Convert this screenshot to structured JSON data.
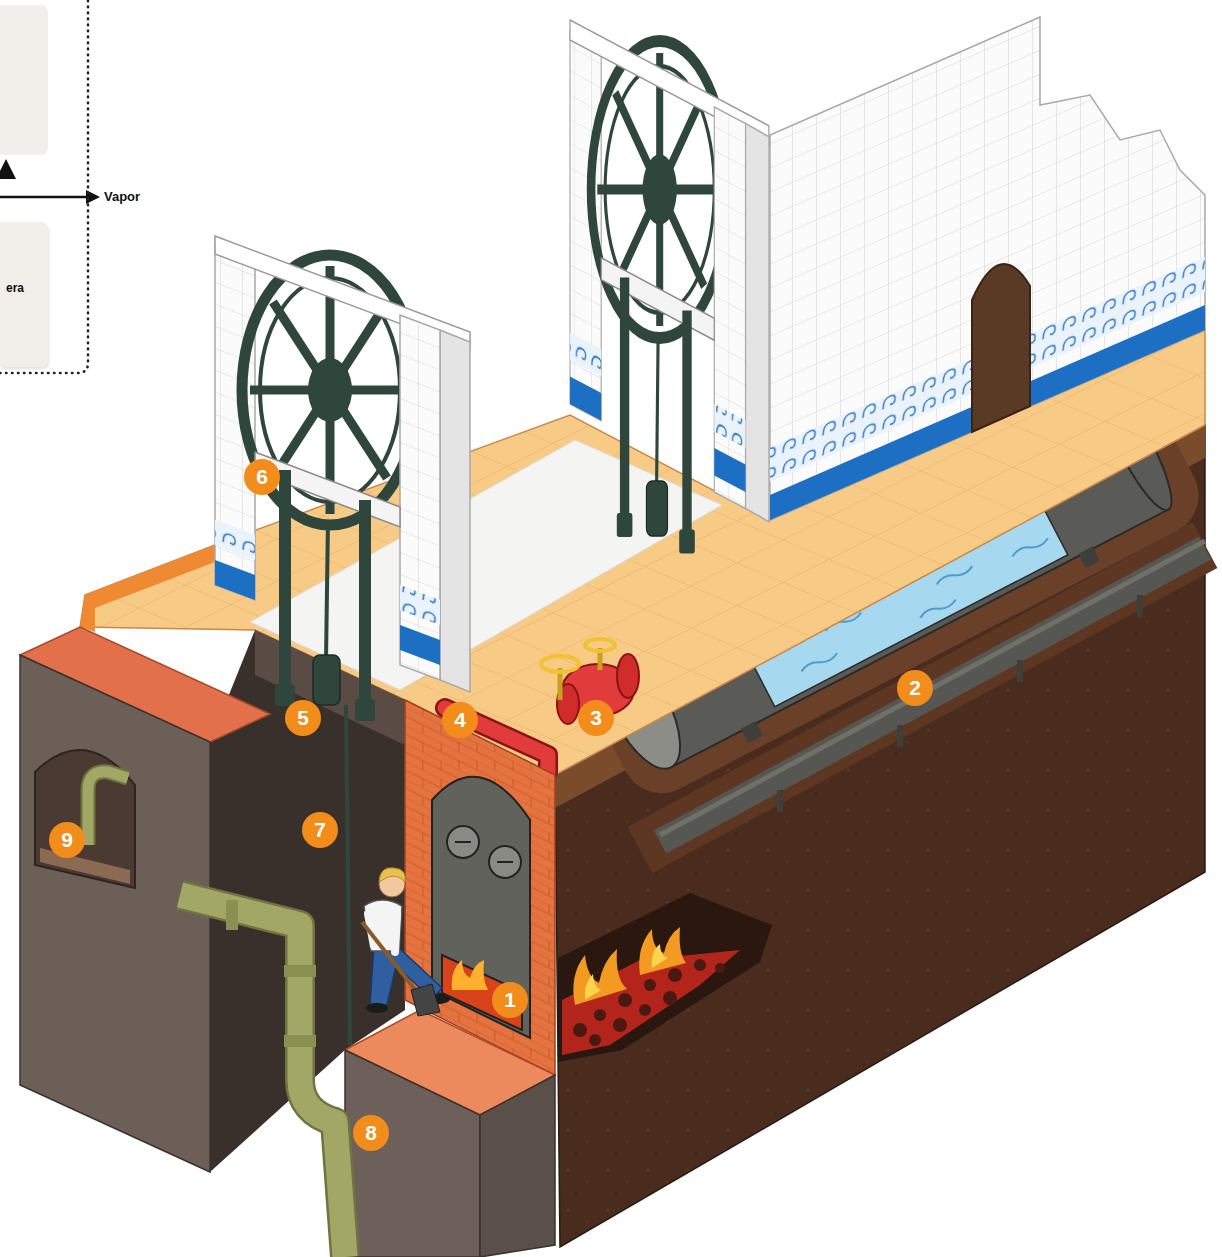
{
  "diagram": {
    "nodes": [
      {
        "text": [
          "era"
        ]
      }
    ],
    "labels": [
      "Vapor",
      "6",
      "5",
      "4",
      "3",
      "2",
      "9",
      "7",
      "1",
      "8"
    ]
  }
}
